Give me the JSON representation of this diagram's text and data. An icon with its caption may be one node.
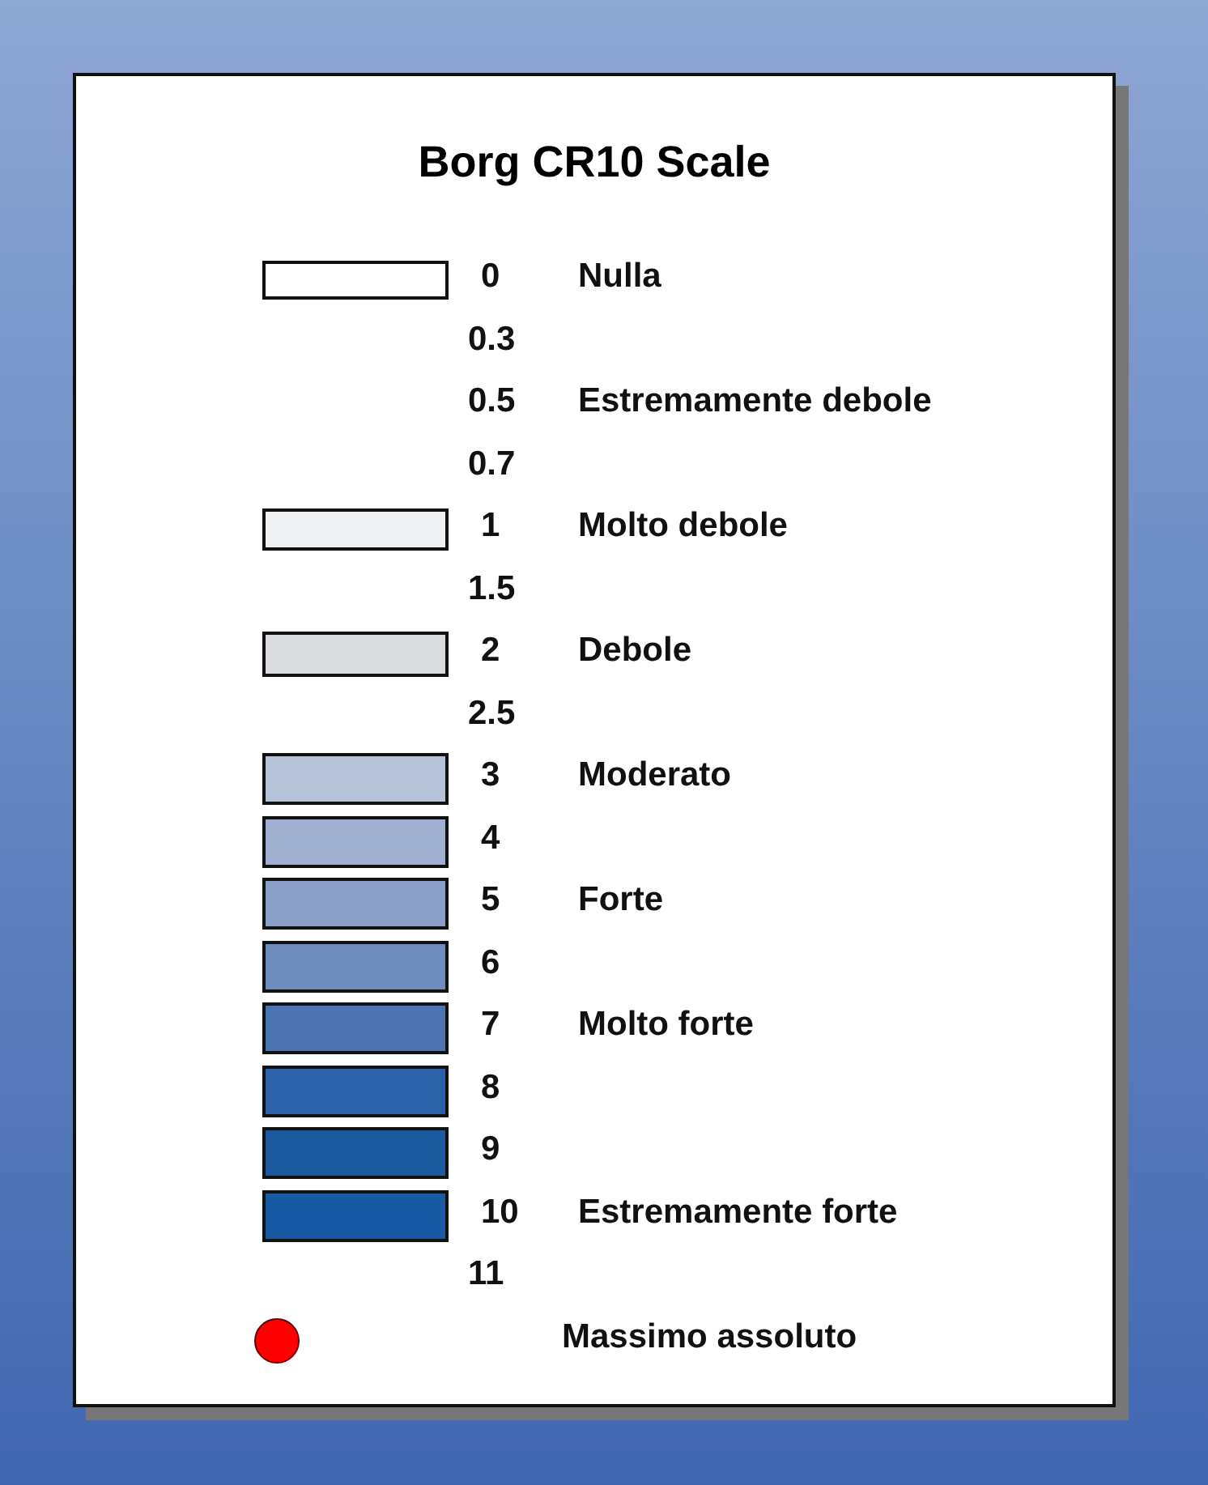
{
  "diagram": {
    "title": "Borg CR10 Scale",
    "labels": [
      "Nulla",
      "0.3",
      "0.5",
      "Estremamente debole",
      "0.7",
      "Molto debole",
      "1.5",
      "Debole",
      "2.5",
      "Moderato",
      "Forte",
      "Molto forte",
      "Estremamente forte",
      "11"
    ],
    "legend": [
      {
        "text": "0",
        "color": "#ffffff"
      },
      {
        "text": "1",
        "color": "#eeeff1"
      },
      {
        "text": "2",
        "color": "#d8dade"
      },
      {
        "text": "3",
        "color": "#b4c1d7"
      },
      {
        "text": "4",
        "color": "#9fb0d1"
      },
      {
        "text": "5",
        "color": "#8a9fc8"
      },
      {
        "text": "6",
        "color": "#6e8bbd"
      },
      {
        "text": "7",
        "color": "#4d74b2"
      },
      {
        "text": "8",
        "color": "#2b61a8"
      },
      {
        "text": "9",
        "color": "#1c5a9f"
      },
      {
        "text": "10",
        "color": "#155aa3"
      },
      {
        "text": "Massimo assoluto",
        "color": "#ff0000"
      }
    ]
  }
}
